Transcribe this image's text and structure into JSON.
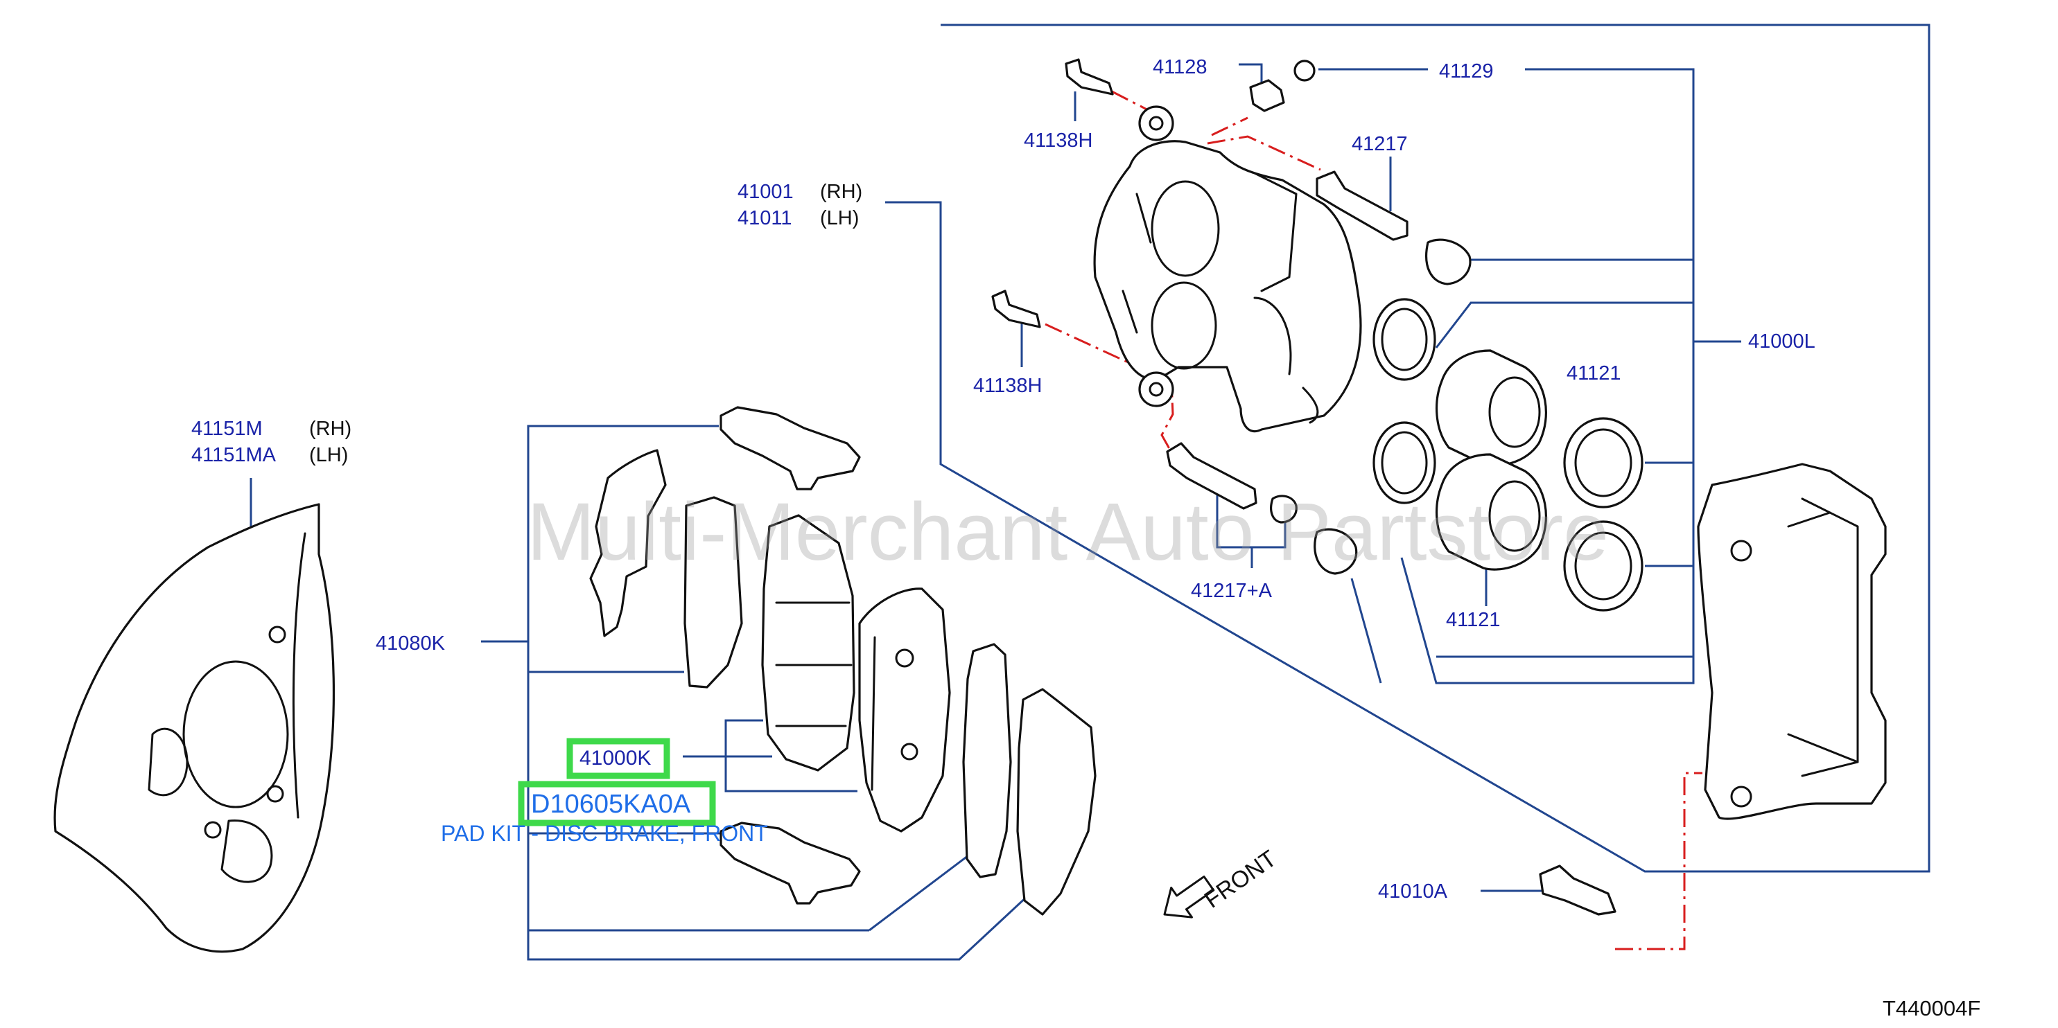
{
  "diagram": {
    "part_numbers": {
      "shield": [
        "41151M",
        "41151MA"
      ],
      "caliper": [
        "41001",
        "41011"
      ],
      "hw_kit": "41080K",
      "pad_kit": "41000K",
      "pin_boot_top": "41128",
      "bleeder_cap": "41129",
      "bolt_top": "41138H",
      "bolt_lower": "41138H",
      "pin_upper": "41217",
      "pin_lower": "41217+A",
      "piston_upper": "41121",
      "piston_lower": "41121",
      "seal_kit": "41000L",
      "mount_bolt": "41010A"
    },
    "side_labels": {
      "rh": "(RH)",
      "lh": "(LH)"
    },
    "highlight": {
      "part_number": "41000K",
      "oem_code": "D10605KA0A",
      "description": "PAD KIT - DISC BRAKE, FRONT"
    },
    "watermark": "Multi-Merchant Auto Partstore",
    "front_label": "FRONT",
    "diagram_code": "T440004F",
    "colors": {
      "label_blue": "#1a23a8",
      "leader_blue": "#21468f",
      "red_dash": "#d81e1e",
      "highlight_green": "#3ed94a",
      "link_blue": "#1f6ee8"
    }
  }
}
